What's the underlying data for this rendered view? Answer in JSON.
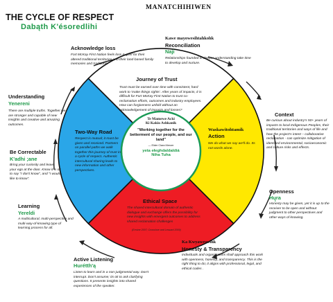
{
  "header": {
    "cree_title": "MANATCHIHIWEN",
    "main_title": "THE CYCLE OF RESPECT",
    "dene_title": "Dabąth  K'ésoredlihi"
  },
  "center": {
    "cree": "Te Mamewe Acki",
    "cree2": "Ki Kakio Ashkanik",
    "quote": "\"Working together for the betterment of our people, and our land\"",
    "attribution": "— Elder Clara Mercer",
    "dene1": "yeta ełeghdaldaldiá",
    "dene2": "Niha Tuha"
  },
  "quadrants": {
    "journey": {
      "title": "Journey of Trust",
      "text": "Trust must be earned over time with consistent, hard work to 'make things rights'. After years of impacts, it is difficult for Fort McKay First Nation to trust co-reclamation efforts, outcomes and industry employees. How can forgiveness unfold without an acknowledgement of impacts and losses?"
    },
    "action": {
      "cree": "Waskawitohtamik",
      "title": "Action",
      "text": "We do what we say we'll do. Its not words alone."
    },
    "ethical": {
      "title": "Ethical Space",
      "text": "The shared intercultural domain of authentic dialogue and exchange offers the possibility for new insights with emergent outcomes to address shared reclamation challenges",
      "cite": "(Ermine 2007; Crowshoe and Lessard 2009)"
    },
    "twoway": {
      "title": "Two-Way Road",
      "text": "Respect is mutual; it must be given and received. Partners on parallel paths we walk together this journey of trust in a cycle of respect.  Authentic intercultural sharing leads to new information and other perspectives."
    }
  },
  "outer": {
    "acknowledge": {
      "title": "Acknowledge loss",
      "text": "Fort McKay First Nation feels loss & grief for their altered  traditional territories and their land-based family memories and traditions."
    },
    "reconciliation": {
      "cree": "Kawe mayowesihtahkohk",
      "title": "Reconciliation",
      "dene": "Naji",
      "text": "Relationships founded in deeper understanding take time to develop and nurture."
    },
    "context": {
      "title": "Context",
      "text": "Be curious about industry's 50+ years of impacts to local Indigenous Peoples, their traditional territories and ways of life and how the project's intent – collaborative reclamation - can optimize mitigation of identified environmental, socioeconomic and culture risks and effects."
    },
    "openness": {
      "title": "Openness",
      "dene": "Hų̨ra",
      "text": "Honesty may be given, yet it is up to the receiver to be open and without judgment to other perspectives and other ways of knowing."
    },
    "honesty": {
      "cree": "Ka Kwyaweswihk",
      "title": "Honesty & Transparency",
      "text": "Individuals and organizations shall approach this work with openness, honesty, and transparency. This is the right thing to do; it aligns with professional,  legal, and ethical codes ."
    },
    "listening": {
      "title": "Active Listening",
      "dene": "Hurétth'ą",
      "text": "Listen to learn and in a non-judgmental way. Don't interrupt. Don't assume; its ok to ask clarifying questions. It presents insights into shared experiences of the speaker."
    },
    "learning": {
      "title": "Learning",
      "dene": "Yereldi",
      "text": "A multicultural, multi-perspective and multi-way-of-knowing type of learning process for all."
    },
    "correctable": {
      "title": "Be Correctable",
      "dene": "K'adhi ;ane",
      "text": "Bring your curiosity and leave your ego at the door. Know it is ok to say \"I don't know\", and \"I would like to know\"."
    },
    "understanding": {
      "title": "Understanding",
      "dene": "Yenereni",
      "text": "There are multiple truths. Together we are stronger and capable of new insights and creative and amazing outcomes."
    }
  },
  "colors": {
    "blue": "#2aa6e8",
    "yellow": "#ffe800",
    "red": "#ee1c24",
    "white": "#ffffff",
    "center_ring": "#1a9a55",
    "green_text": "#1f9a4a"
  }
}
